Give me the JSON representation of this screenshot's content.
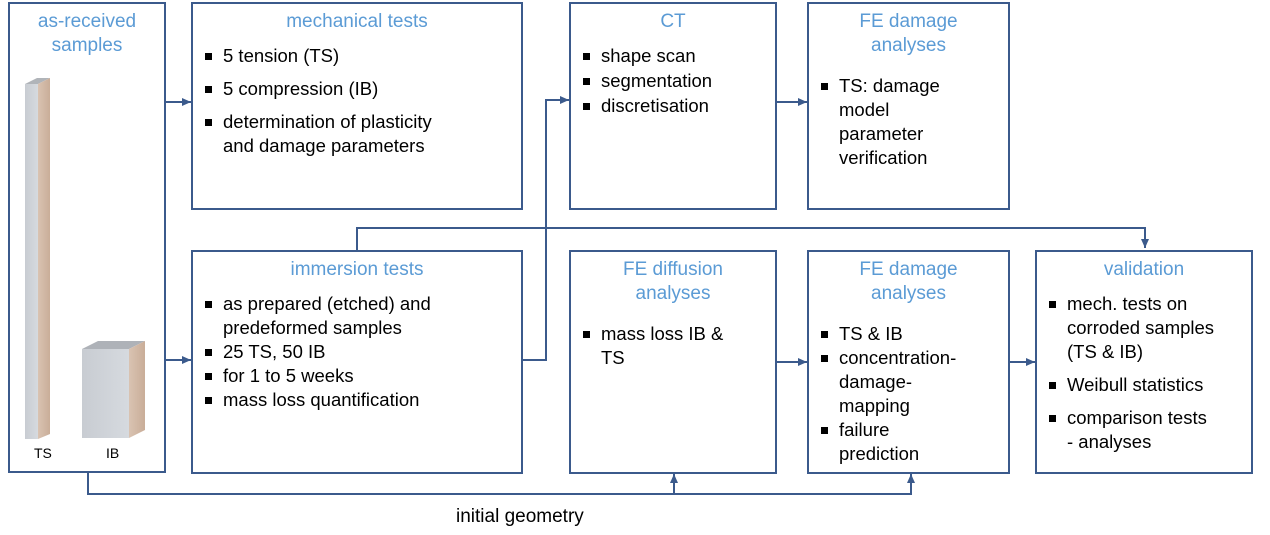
{
  "boxes": {
    "samples": {
      "title": [
        "as-received",
        "samples"
      ],
      "labels": [
        "TS",
        "IB"
      ]
    },
    "mech": {
      "title": [
        "mechanical tests"
      ],
      "items": [
        [
          "5 tension (TS)"
        ],
        [
          "5 compression (IB)"
        ],
        [
          "determination of plasticity",
          "and damage parameters"
        ]
      ]
    },
    "ct": {
      "title": [
        "CT"
      ],
      "items": [
        [
          "shape scan"
        ],
        [
          "segmentation"
        ],
        [
          "discretisation"
        ]
      ]
    },
    "fe1": {
      "title": [
        "FE damage",
        "analyses"
      ],
      "items": [
        [
          "TS: damage",
          "model",
          "parameter",
          "verification"
        ]
      ]
    },
    "imm": {
      "title": [
        "immersion tests"
      ],
      "items": [
        [
          "as prepared (etched) and",
          "predeformed samples"
        ],
        [
          "25 TS, 50 IB"
        ],
        [
          "for 1 to 5 weeks"
        ],
        [
          "mass loss quantification"
        ]
      ]
    },
    "diff": {
      "title": [
        "FE diffusion",
        "analyses"
      ],
      "items": [
        [
          "mass loss IB &",
          "TS"
        ]
      ]
    },
    "fe2": {
      "title": [
        "FE damage",
        "analyses"
      ],
      "items": [
        [
          "TS & IB"
        ],
        [
          "concentration-",
          "damage-",
          "mapping"
        ],
        [
          "failure",
          "prediction"
        ]
      ]
    },
    "val": {
      "title": [
        "validation"
      ],
      "items": [
        [
          "mech. tests on",
          "corroded samples",
          "(TS & IB)"
        ],
        [
          "Weibull statistics"
        ],
        [
          "comparison tests",
          "- analyses"
        ]
      ]
    }
  },
  "bottom_label": "initial geometry",
  "colors": {
    "border": "#3b5a8c",
    "title": "#5b9bd5"
  }
}
